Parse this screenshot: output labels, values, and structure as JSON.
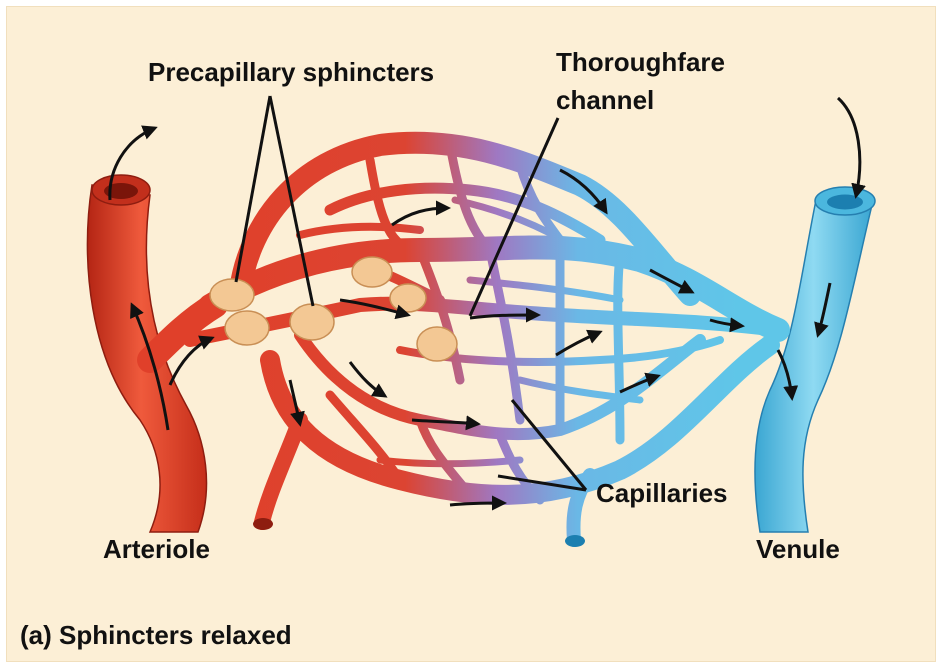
{
  "labels": {
    "precapillary_sphincters": "Precapillary sphincters",
    "thoroughfare_line1": "Thoroughfare",
    "thoroughfare_line2": "channel",
    "capillaries": "Capillaries",
    "arteriole": "Arteriole",
    "venule": "Venule",
    "caption": "(a) Sphincters relaxed"
  },
  "colors": {
    "background": "#fcefd6",
    "arterial_red": "#e0402a",
    "arterial_dark": "#b42514",
    "venous_blue": "#5fc6e8",
    "venous_dark": "#2e97c6",
    "sphincter": "#f3c894",
    "arrow": "#111111"
  }
}
